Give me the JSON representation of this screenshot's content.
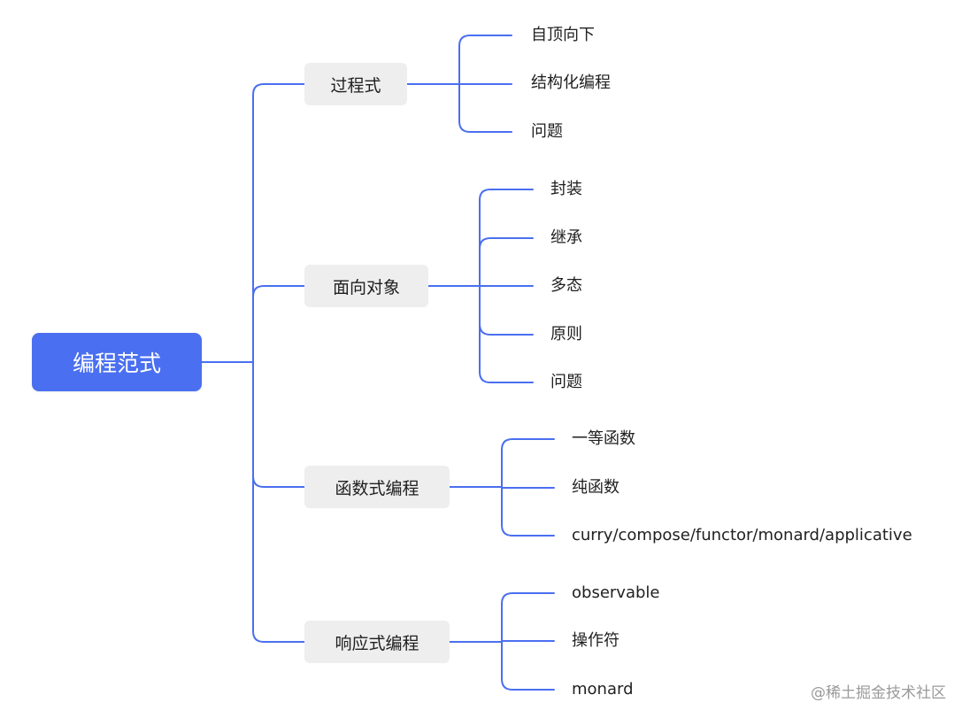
{
  "diagram": {
    "root": "编程范式",
    "branches": [
      {
        "label": "过程式",
        "children": [
          "自顶向下",
          "结构化编程",
          "问题"
        ]
      },
      {
        "label": "面向对象",
        "children": [
          "封装",
          "继承",
          "多态",
          "原则",
          "问题"
        ]
      },
      {
        "label": "函数式编程",
        "children": [
          "一等函数",
          "纯函数",
          "curry/compose/functor/monard/applicative"
        ]
      },
      {
        "label": "响应式编程",
        "children": [
          "observable",
          "操作符",
          "monard"
        ]
      }
    ]
  },
  "footer": {
    "text": "@稀土掘金技术社区"
  },
  "colors": {
    "root_fill": "#4a6ff0",
    "branch_fill": "#eeeeee",
    "connector": "#4a6ff0"
  }
}
